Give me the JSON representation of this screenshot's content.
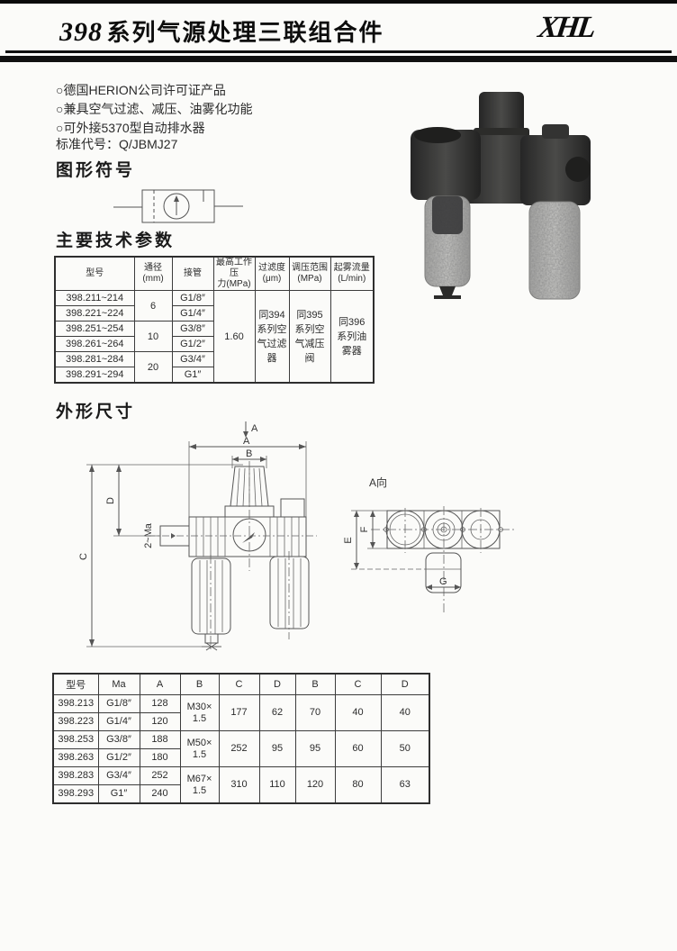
{
  "header": {
    "title_number": "398",
    "title_text": "系列气源处理三联组合件",
    "logo": "XHL"
  },
  "features": [
    "○德国HERION公司许可证产品",
    "○兼具空气过滤、减压、油雾化功能",
    "○可外接5370型自动排水器"
  ],
  "standard_code": "标准代号：Q/JBMJ27",
  "sections": {
    "symbol_heading": "图形符号",
    "params_heading": "主要技术参数",
    "dims_heading": "外形尺寸"
  },
  "params_table": {
    "headers": {
      "model": "型号",
      "bore": "通径\n(mm)",
      "pipe": "接管",
      "pressure": "最高工作压\n力(MPa)",
      "filtration": "过滤度\n(μm)",
      "reg_range": "调压范围\n(MPa)",
      "fog_flow": "起雾流量\n(L/min)"
    },
    "rows": [
      {
        "model": "398.211~214",
        "bore": "6",
        "pipe": "G1/8″"
      },
      {
        "model": "398.221~224",
        "pipe": "G1/4″"
      },
      {
        "model": "398.251~254",
        "bore": "10",
        "pipe": "G3/8″"
      },
      {
        "model": "398.261~264",
        "pipe": "G1/2″"
      },
      {
        "model": "398.281~284",
        "bore": "20",
        "pipe": "G3/4″"
      },
      {
        "model": "398.291~294",
        "pipe": "G1″"
      }
    ],
    "merged": {
      "pressure": "1.60",
      "filtration": "同394\n系列空\n气过滤\n器",
      "reg_range": "同395\n系列空\n气减压\n阀",
      "fog_flow": "同396\n系列油\n雾器"
    }
  },
  "dims_table": {
    "headers": [
      "型号",
      "Ma",
      "A",
      "B",
      "C",
      "D",
      "B",
      "C",
      "D"
    ],
    "rows": [
      {
        "model": "398.213",
        "ma": "G1/8″",
        "a": "128"
      },
      {
        "model": "398.223",
        "ma": "G1/4″",
        "a": "120"
      },
      {
        "model": "398.253",
        "ma": "G3/8″",
        "a": "188"
      },
      {
        "model": "398.263",
        "ma": "G1/2″",
        "a": "180"
      },
      {
        "model": "398.283",
        "ma": "G3/4″",
        "a": "252"
      },
      {
        "model": "398.293",
        "ma": "G1″",
        "a": "240"
      }
    ],
    "groups": [
      {
        "b": "M30×\n1.5",
        "c": "177",
        "d": "62",
        "b2": "70",
        "c2": "40",
        "d2": "40"
      },
      {
        "b": "M50×\n1.5",
        "c": "252",
        "d": "95",
        "b2": "95",
        "c2": "60",
        "d2": "50"
      },
      {
        "b": "M67×\n1.5",
        "c": "310",
        "d": "110",
        "b2": "120",
        "c2": "80",
        "d2": "63"
      }
    ]
  },
  "drawing": {
    "view_arrow": "A",
    "dim_a": "A",
    "dim_b": "B",
    "dim_c": "C",
    "dim_d": "D",
    "port_label": "2~Ma",
    "view_label": "A向",
    "dim_e": "E",
    "dim_f": "F",
    "dim_g": "G"
  }
}
